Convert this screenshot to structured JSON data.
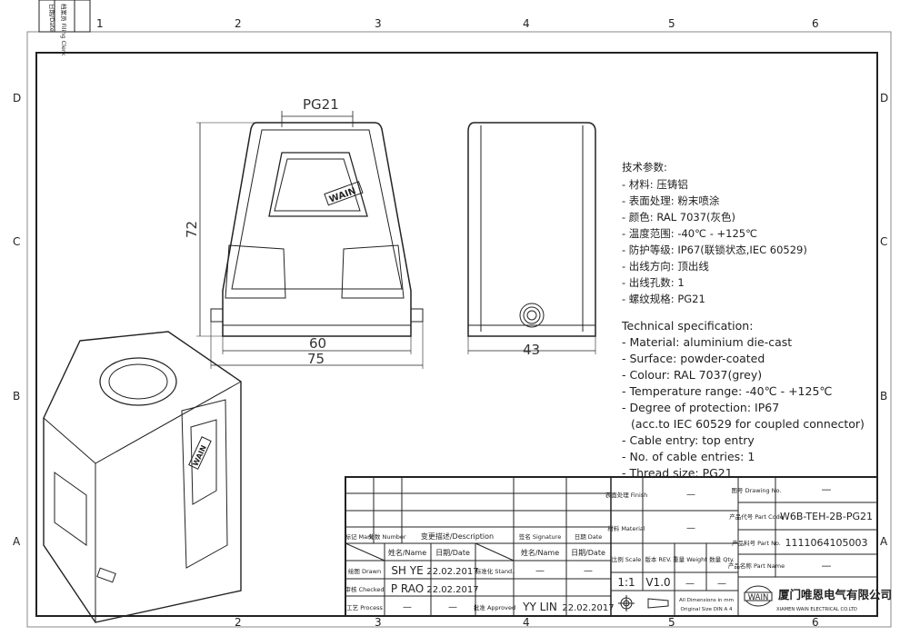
{
  "border": {
    "columns": [
      "1",
      "2",
      "3",
      "4",
      "5",
      "6"
    ],
    "rows": [
      "D",
      "C",
      "B",
      "A"
    ],
    "side_stamp": {
      "date": "日期/Date",
      "filing": "档案员 Filing Clerk"
    }
  },
  "views": {
    "front": {
      "top_label": "PG21",
      "height": "72",
      "inner_width": "60",
      "outer_width": "75",
      "logo": "WAIN"
    },
    "side": {
      "width": "43"
    },
    "iso": {
      "logo": "WAIN"
    }
  },
  "spec_cn": {
    "title": "技术参数:",
    "items": [
      "- 材料: 压铸铝",
      "- 表面处理: 粉末喷涂",
      "- 颜色: RAL 7037(灰色)",
      "- 温度范围: -40℃ - +125℃",
      "- 防护等级: IP67(联锁状态,IEC 60529)",
      "- 出线方向: 顶出线",
      "- 出线孔数: 1",
      "- 螺纹规格: PG21"
    ]
  },
  "spec_en": {
    "title": "Technical specification:",
    "items": [
      "- Material: aluminium die-cast",
      "- Surface: powder-coated",
      "- Colour: RAL 7037(grey)",
      "- Temperature range: -40℃ - +125℃",
      "- Degree of protection: IP67",
      "  (acc.to IEC 60529 for coupled connector)",
      "- Cable entry: top entry",
      "- No. of cable entries: 1",
      "- Thread size: PG21"
    ]
  },
  "title_block": {
    "mark": "标记 Mark",
    "number": "处数 Number",
    "description": "变更描述/Description",
    "signature": "签名 Signature",
    "date_hdr": "日期 Date",
    "name_hdr": "姓名/Name",
    "date_hdr2": "日期/Date",
    "drawn": "绘图 Drawn",
    "drawn_name": "SH YE",
    "drawn_date": "22.02.2017",
    "stand": "标准化 Stand.",
    "stand_name": "—",
    "stand_date": "—",
    "checked": "审核 Checked",
    "checked_name": "P RAO",
    "checked_date": "22.02.2017",
    "process": "工艺 Process",
    "process_name": "—",
    "process_date": "—",
    "approved": "批准 Approved",
    "approved_name": "YY LIN",
    "approved_date": "22.02.2017",
    "finish": "表面处理 Finish",
    "finish_val": "—",
    "material": "材料 Material",
    "material_val": "—",
    "scale": "比例 Scale",
    "scale_val": "1:1",
    "rev": "版本 REV.",
    "rev_val": "V1.0",
    "weight": "重量 Weight",
    "weight_val": "—",
    "qty": "数量 Qty.",
    "qty_val": "—",
    "dims_note1": "All Dimensions in mm",
    "dims_note2": "Original Size DIN A 4",
    "drawing_no": "图号 Drawing No.",
    "drawing_no_val": "—",
    "part_code": "产品代号 Part Code",
    "part_code_val": "W6B-TEH-2B-PG21",
    "part_no": "产品料号 Part No.",
    "part_no_val": "1111064105003",
    "part_name": "产品名称 Part Name",
    "part_name_val": "—",
    "company_logo": "WAIN",
    "company_cn": "厦门唯恩电气有限公司",
    "company_en": "XIAMEN WAIN ELECTRICAL CO.LTD"
  }
}
